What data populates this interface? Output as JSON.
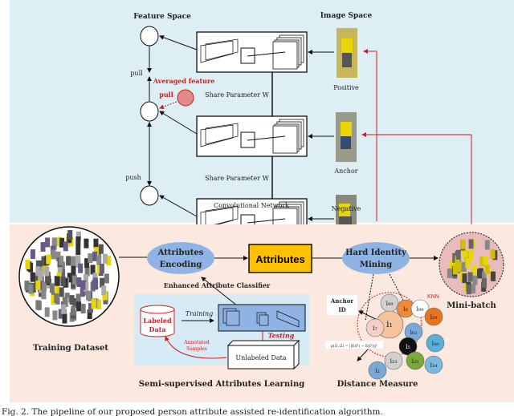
{
  "top_panel": {
    "feature_space": "Feature Space",
    "image_space": "Image Space",
    "pull_label": "pull",
    "push_label": "push",
    "averaged_feature": "Averaged feature",
    "averaged_pull": "pull",
    "share_param_1": "Share Parameter W",
    "share_param_2": "Share Parameter W",
    "conv_network": "Convolutional Network",
    "positive": "Positive",
    "anchor": "Anchor",
    "negative": "Negative"
  },
  "bottom_panel": {
    "training_dataset": "Training Dataset",
    "attributes_encoding_1": "Attributes",
    "attributes_encoding_2": "Encoding",
    "attributes": "Attributes",
    "hard_identity_1": "Hard Identity",
    "hard_identity_2": "Mining",
    "mini_batch": "Mini-batch",
    "enhanced_classifier": "Enhanced Attribute Classifier",
    "labeled_1": "Labeled",
    "labeled_2": "Data",
    "training": "Training",
    "testing": "Testing",
    "annotated_1": "Annotated",
    "annotated_2": "Samples",
    "unlabeled": "Unlabeled Data",
    "semi_supervised": "Semi-supervised Attributes Learning",
    "distance_measure": "Distance Measure",
    "anchor_id_1": "Anchor",
    "anchor_id_2": "ID",
    "knn": "KNN",
    "formula": "p(i1,i2) = ||E(f¹) − E(f²)||²",
    "nodes": [
      {
        "label": "i₉₉",
        "color": "#d0d0d0"
      },
      {
        "label": "i₈",
        "color": "#f08a3a"
      },
      {
        "label": "i₉₉",
        "color": "#ffffff"
      },
      {
        "label": "i₁",
        "color": "#f6c49c"
      },
      {
        "label": "i₂₉",
        "color": "#e8741e"
      },
      {
        "label": "i₇",
        "color": "#f2d0c8"
      },
      {
        "label": "i₆₂",
        "color": "#7aa8d8"
      },
      {
        "label": "i₄₉",
        "color": "#5ab0d8"
      },
      {
        "label": "i₅",
        "color": "#111111"
      },
      {
        "label": "i₂",
        "color": "#7aa8d8"
      },
      {
        "label": "i₂₃",
        "color": "#d0d0d0"
      },
      {
        "label": "i₂₅",
        "color": "#7aa83a"
      },
      {
        "label": "i₃₄",
        "color": "#7ab8e0"
      }
    ]
  },
  "caption": "Fig. 2. The pipeline of our proposed person attribute assisted re-identification algorithm.",
  "colors": {
    "top_bg": "#ddeef4",
    "bottom_bg": "#fbe8de",
    "accent_red": "#cc1f1f",
    "attributes_box": "#ffc000",
    "ellipse": "#8fb4e3"
  }
}
